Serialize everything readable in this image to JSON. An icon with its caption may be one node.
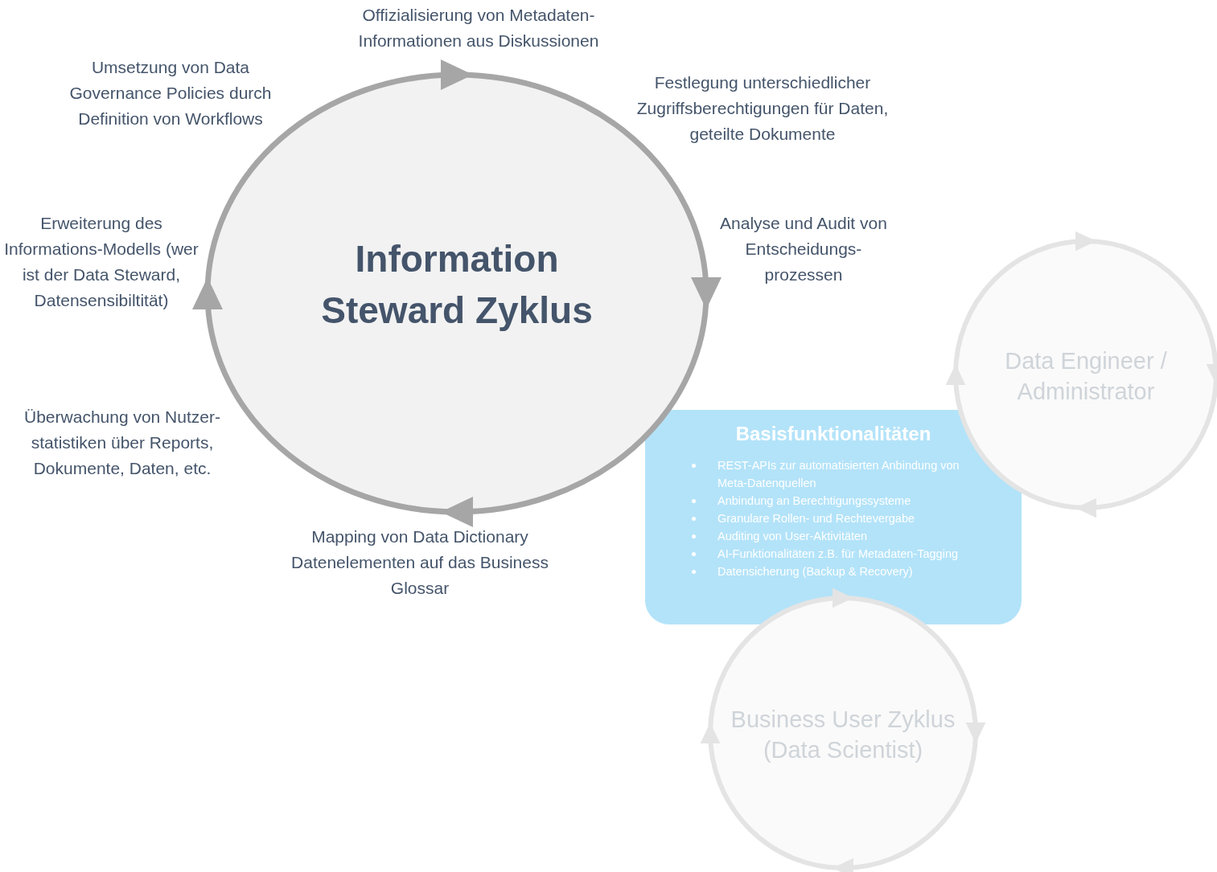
{
  "diagram": {
    "nodes": [
      {
        "text": [
          "Information Steward Zyklus"
        ]
      },
      {
        "text": [
          "Data Engineer / Administrator"
        ]
      },
      {
        "text": [
          "Basisfunktionalitäten",
          "REST-APIs zur automatisierten Anbindung von Meta-Datenquellen",
          "Anbindung an Berechtigungssysteme",
          "Granulare Rollen- und Rechtevergabe",
          "Auditing von User-Aktivitäten",
          "AI-Funktionalitäten z.B. für Metadaten-Tagging",
          "Datensicherung (Backup & Recovery)"
        ]
      },
      {
        "text": [
          "Business User Zyklus (Data Scientist)"
        ]
      }
    ],
    "edges": [],
    "labels": [
      "Offizialisierung von Metadaten-Informationen aus Diskussionen",
      "Umsetzung von Data Governance Policies durch Definition von Workflows",
      "Festlegung unterschiedlicher Zugriffsberechtigungen für Daten, geteilte Dokumente",
      "Erweiterung des Informations-Modells (wer ist der Data Steward, Datensensibiltität)",
      "Analyse und Audit von Entscheidungs- prozessen",
      "Überwachung von Nutzer- statistiken über Reports, Dokumente, Daten, etc.",
      "Mapping von Data Dictionary Datenelementen auf das Business Glossar"
    ]
  }
}
